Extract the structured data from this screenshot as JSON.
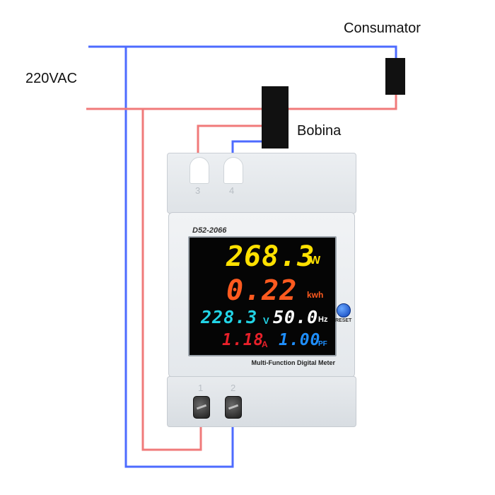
{
  "labels": {
    "consumer": "Consumator",
    "supply": "220VAC",
    "coil": "Bobina"
  },
  "meter": {
    "model": "D52-2066",
    "caption": "Multi-Function Digital Meter",
    "reset_label": "RESET",
    "terminals": {
      "t1": "1",
      "t2": "2",
      "t3": "3",
      "t4": "4"
    },
    "readings": {
      "power": {
        "value": "268.3",
        "unit": "W"
      },
      "energy": {
        "value": "0.22",
        "unit": "kwh"
      },
      "voltage": {
        "value": "228.3",
        "unit": "V"
      },
      "frequency": {
        "value": "50.0",
        "unit": "Hz"
      },
      "current": {
        "value": "1.18",
        "unit": "A"
      },
      "power_factor": {
        "value": "1.00",
        "unit": "PF"
      }
    }
  },
  "colors": {
    "neutral_wire": "#4d6bff",
    "live_wire": "#f07a7a",
    "power": "#ffe100",
    "energy": "#ff5a1f",
    "voltage": "#22d4e6",
    "frequency": "#ffffff",
    "current": "#e8202a",
    "power_factor": "#1f8fff"
  }
}
